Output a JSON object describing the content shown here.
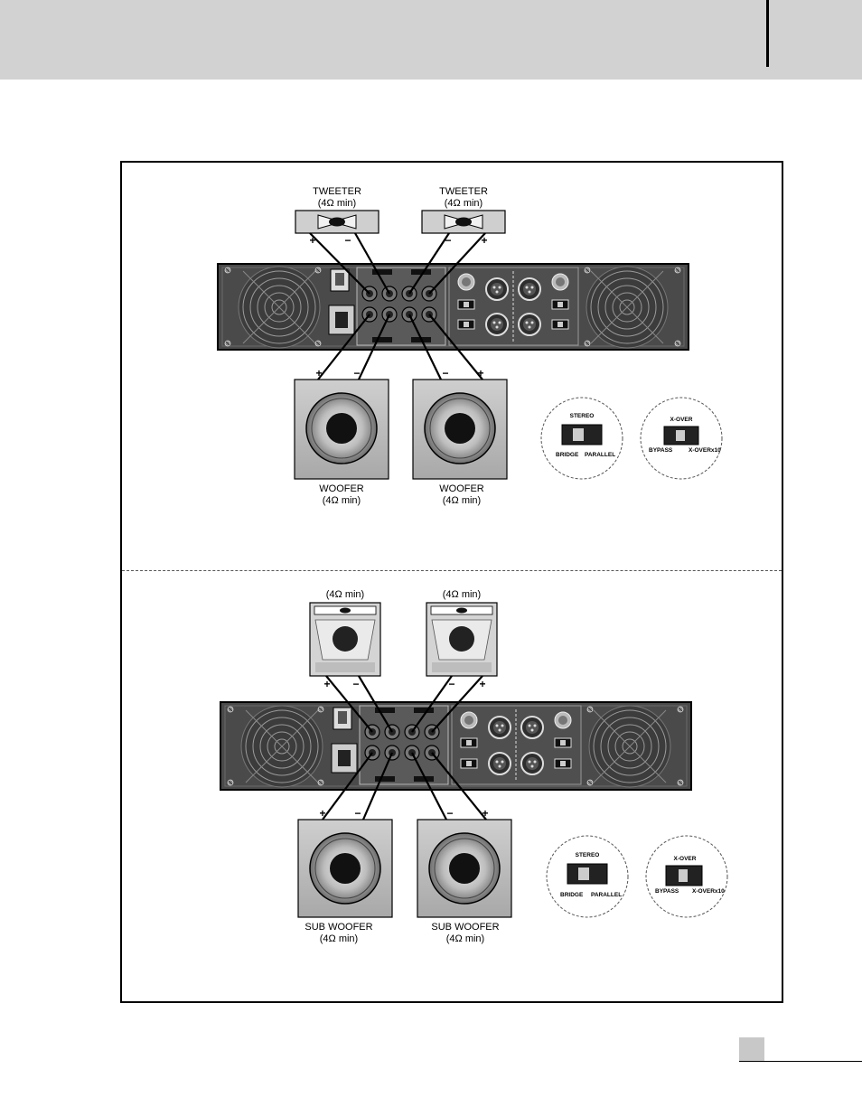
{
  "top": {
    "tweeter_left": {
      "name": "TWEETER",
      "rating": "(4Ω min)"
    },
    "tweeter_right": {
      "name": "TWEETER",
      "rating": "(4Ω min)"
    },
    "woofer_left": {
      "name": "WOOFER",
      "rating": "(4Ω min)"
    },
    "woofer_right": {
      "name": "WOOFER",
      "rating": "(4Ω min)"
    },
    "signs": {
      "plus": "+",
      "minus": "−"
    },
    "mode_switch": {
      "top": "STEREO",
      "left": "BRIDGE",
      "right": "PARALLEL"
    },
    "xover_switch": {
      "top": "X-OVER",
      "left": "BYPASS",
      "right": "X-OVERx10"
    }
  },
  "bottom": {
    "horn_left": {
      "rating": "(4Ω min)"
    },
    "horn_right": {
      "rating": "(4Ω min)"
    },
    "sub_left": {
      "name": "SUB WOOFER",
      "rating": "(4Ω min)"
    },
    "sub_right": {
      "name": "SUB WOOFER",
      "rating": "(4Ω min)"
    },
    "mode_switch": {
      "top": "STEREO",
      "left": "BRIDGE",
      "right": "PARALLEL"
    },
    "xover_switch": {
      "top": "X-OVER",
      "left": "BYPASS",
      "right": "X-OVERx10"
    }
  },
  "colors": {
    "header": "#d2d2d2",
    "panel": "#4a4a4a",
    "cone": "#a9a9a9",
    "magnet": "#111111"
  }
}
